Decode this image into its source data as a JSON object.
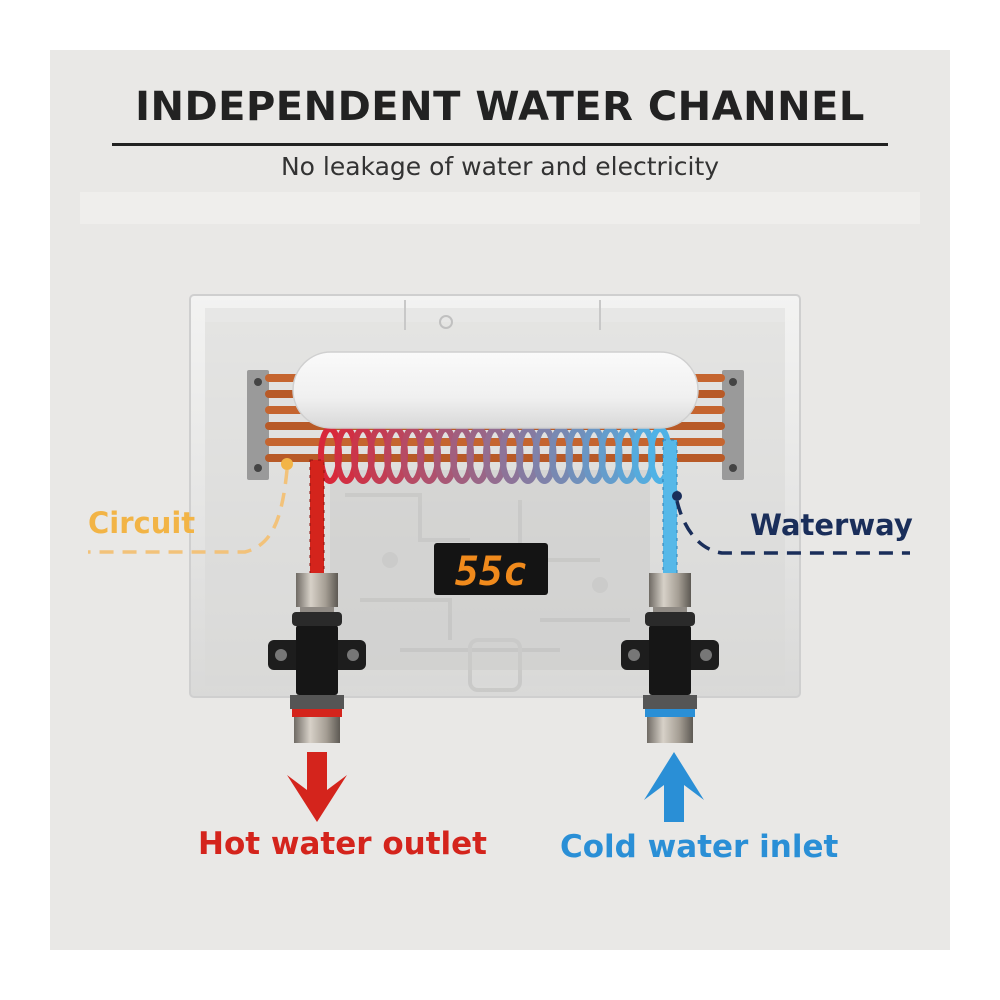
{
  "title": "INDEPENDENT WATER CHANNEL",
  "subtitle": "No leakage of water and electricity",
  "display": {
    "reading": "55c"
  },
  "labels": {
    "circuit": "Circuit",
    "waterway": "Waterway",
    "hot_outlet": "Hot water outlet",
    "cold_inlet": "Cold water inlet"
  },
  "colors": {
    "circuit": "#f2b446",
    "waterway": "#1a2e5a",
    "hot": "#d4241c",
    "cold": "#2a8fd6",
    "copper": "#c5652f",
    "display_digits": "#f08a1c"
  }
}
